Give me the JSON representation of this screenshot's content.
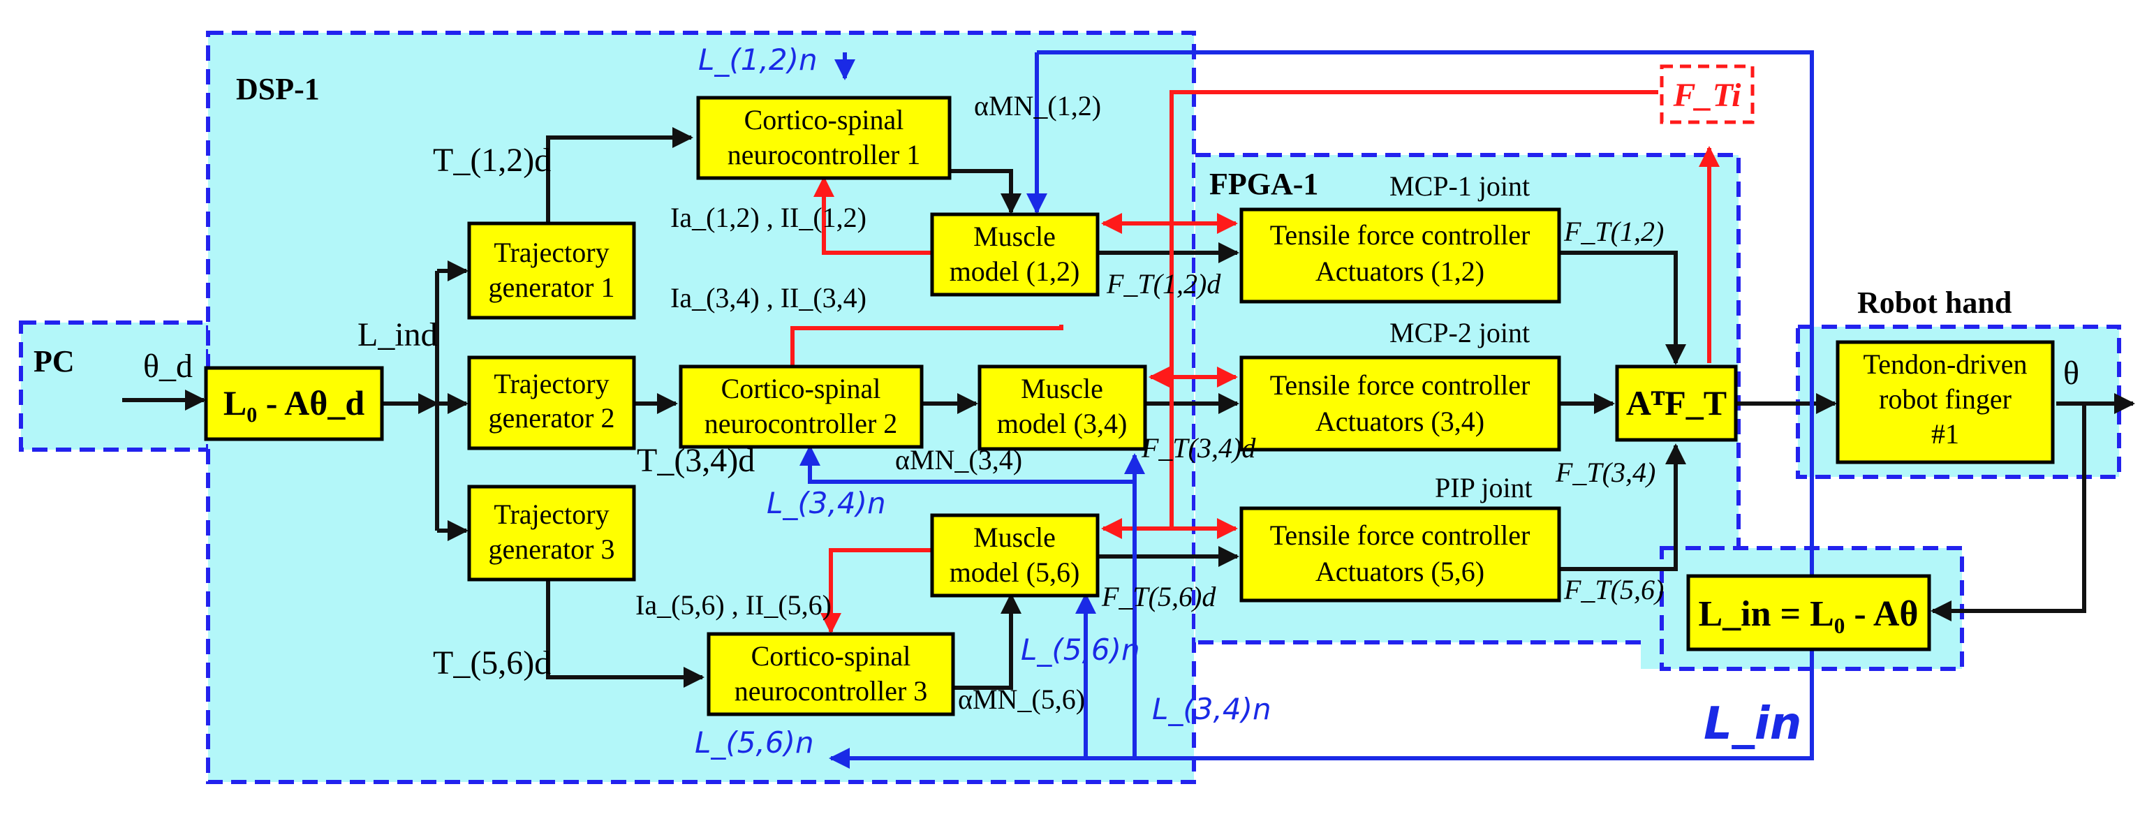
{
  "regions": {
    "pc": "PC",
    "dsp": "DSP-1",
    "fpga": "FPGA-1",
    "robot": "Robot hand"
  },
  "blocks": {
    "l0_block": "L₀ - Aθ_d",
    "traj1": [
      "Trajectory",
      "generator 1"
    ],
    "traj2": [
      "Trajectory",
      "generator 2"
    ],
    "traj3": [
      "Trajectory",
      "generator 3"
    ],
    "cs1": [
      "Cortico-spinal",
      "neurocontroller 1"
    ],
    "cs2": [
      "Cortico-spinal",
      "neurocontroller 2"
    ],
    "cs3": [
      "Cortico-spinal",
      "neurocontroller 3"
    ],
    "mm12": [
      "Muscle",
      "model (1,2)"
    ],
    "mm34": [
      "Muscle",
      "model (3,4)"
    ],
    "mm56": [
      "Muscle",
      "model (5,6)"
    ],
    "tf12": [
      "Tensile force controller",
      "Actuators (1,2)"
    ],
    "tf34": [
      "Tensile force controller",
      "Actuators (3,4)"
    ],
    "tf56": [
      "Tensile force controller",
      "Actuators (5,6)"
    ],
    "atft": "AᵀF_T",
    "finger": [
      "Tendon-driven",
      "robot finger",
      "#1"
    ],
    "lin_eq": "L_in = L₀ - Aθ",
    "fti": "F_Ti"
  },
  "labels": {
    "theta_d": "θ_d",
    "theta_out": "θ",
    "lind": "L_ind",
    "t12d": "T_(1,2)d",
    "t34d": "T_(3,4)d",
    "t56d": "T_(5,6)d",
    "ia12": "Ia_(1,2) , II_(1,2)",
    "ia34": "Ia_(3,4) , II_(3,4)",
    "ia56": "Ia_(5,6) , II_(5,6)",
    "amn12": "αMN_(1,2)",
    "amn34": "αMN_(3,4)",
    "amn56": "αMN_(5,6)",
    "ft12d": "F_T(1,2)d",
    "ft34d": "F_T(3,4)d",
    "ft56d": "F_T(5,6)d",
    "ft12": "F_T(1,2)",
    "ft34": "F_T(3,4)",
    "ft56": "F_T(5,6)",
    "mcp1": "MCP-1 joint",
    "mcp2": "MCP-2 joint",
    "pip": "PIP joint",
    "l12n": "L_(1,2)n",
    "l34n_left": "L_(3,4)n",
    "l34n_bottom": "L_(3,4)n",
    "l56n_mid": "L_(5,6)n",
    "l56n_bottom": "L_(5,6)n",
    "lin": "L_in"
  },
  "colors": {
    "block_fill": "#ffff00",
    "region_fill": "#b3f7f9",
    "region_border": "#2222ee",
    "feedback_red": "#ff1a1a",
    "length_blue": "#1a2ae6"
  }
}
